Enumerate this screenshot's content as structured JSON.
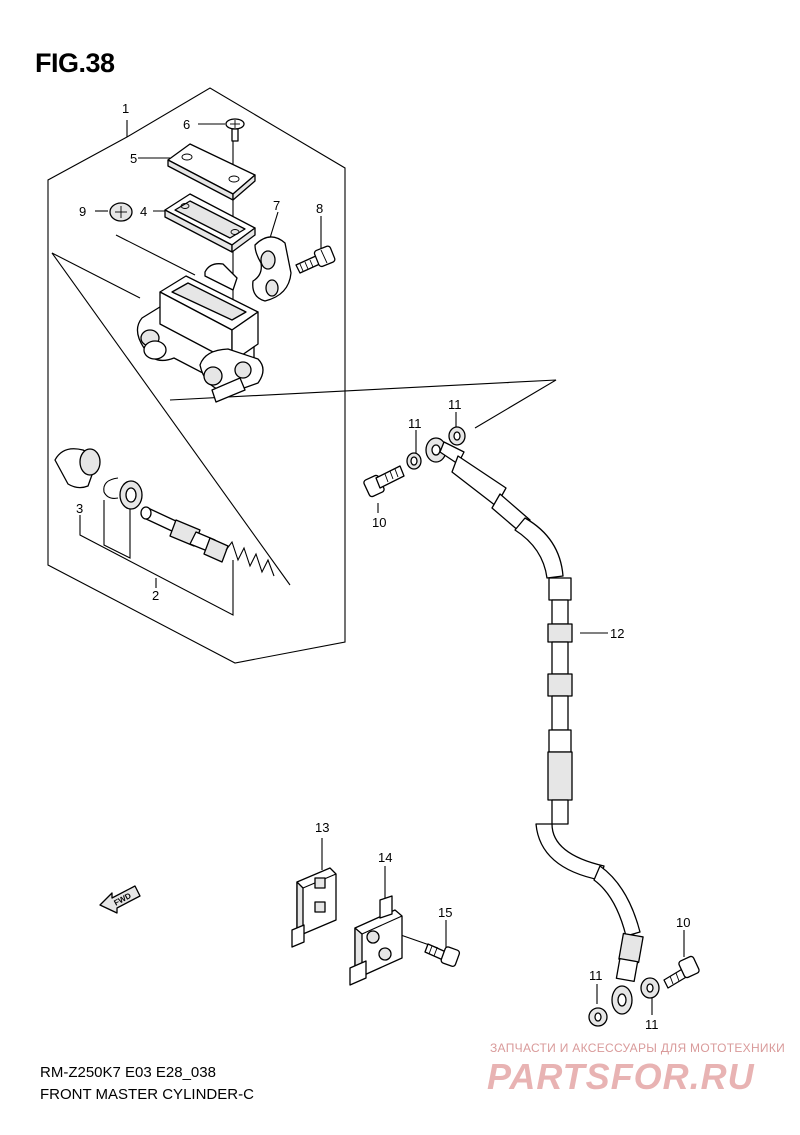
{
  "header": {
    "figure_title": "FIG.38"
  },
  "footer": {
    "model_code": "RM-Z250K7 E03 E28_038",
    "section_name": "FRONT MASTER CYLINDER-C"
  },
  "watermark": {
    "subtitle": "ЗАПЧАСТИ И АКСЕССУАРЫ ДЛЯ МОТОТЕХНИКИ",
    "logo_text": "PARTSFOR.RU"
  },
  "direction_marker": {
    "label": "FWD"
  },
  "callouts": {
    "c1": "1",
    "c2": "2",
    "c3": "3",
    "c4": "4",
    "c5": "5",
    "c6": "6",
    "c7": "7",
    "c8": "8",
    "c9": "9",
    "c10a": "10",
    "c10b": "10",
    "c11a": "11",
    "c11b": "11",
    "c11c": "11",
    "c11d": "11",
    "c12": "12",
    "c13": "13",
    "c14": "14",
    "c15": "15"
  }
}
